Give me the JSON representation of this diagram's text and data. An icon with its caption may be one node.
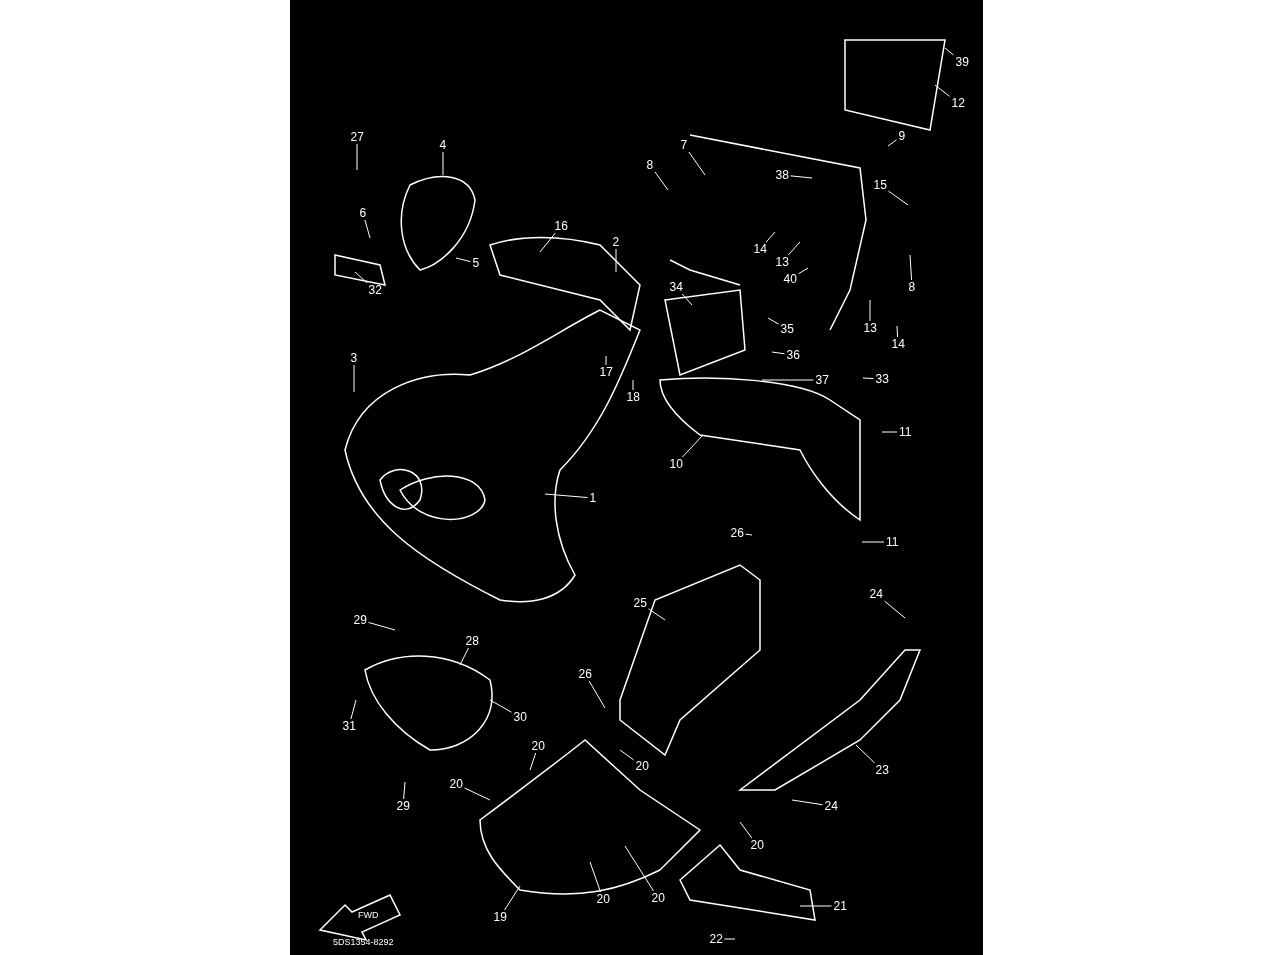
{
  "diagram": {
    "nodes": [
      {
        "text": [
          "39"
        ]
      },
      {
        "text": [
          "12"
        ]
      },
      {
        "text": [
          "27"
        ]
      },
      {
        "text": [
          "4"
        ]
      },
      {
        "text": [
          "9"
        ]
      },
      {
        "text": [
          "7"
        ]
      },
      {
        "text": [
          "8"
        ]
      },
      {
        "text": [
          "38"
        ]
      },
      {
        "text": [
          "15"
        ]
      },
      {
        "text": [
          "6"
        ]
      },
      {
        "text": [
          "16"
        ]
      },
      {
        "text": [
          "2"
        ]
      },
      {
        "text": [
          "14"
        ]
      },
      {
        "text": [
          "13"
        ]
      },
      {
        "text": [
          "5"
        ]
      },
      {
        "text": [
          "40"
        ]
      },
      {
        "text": [
          "8"
        ]
      },
      {
        "text": [
          "34"
        ]
      },
      {
        "text": [
          "32"
        ]
      },
      {
        "text": [
          "13"
        ]
      },
      {
        "text": [
          "35"
        ]
      },
      {
        "text": [
          "14"
        ]
      },
      {
        "text": [
          "36"
        ]
      },
      {
        "text": [
          "3"
        ]
      },
      {
        "text": [
          "17"
        ]
      },
      {
        "text": [
          "37"
        ]
      },
      {
        "text": [
          "33"
        ]
      },
      {
        "text": [
          "18"
        ]
      },
      {
        "text": [
          "11"
        ]
      },
      {
        "text": [
          "10"
        ]
      },
      {
        "text": [
          "1"
        ]
      },
      {
        "text": [
          "26"
        ]
      },
      {
        "text": [
          "11"
        ]
      },
      {
        "text": [
          "24"
        ]
      },
      {
        "text": [
          "25"
        ]
      },
      {
        "text": [
          "29"
        ]
      },
      {
        "text": [
          "28"
        ]
      },
      {
        "text": [
          "26"
        ]
      },
      {
        "text": [
          "30"
        ]
      },
      {
        "text": [
          "31"
        ]
      },
      {
        "text": [
          "20"
        ]
      },
      {
        "text": [
          "20"
        ]
      },
      {
        "text": [
          "23"
        ]
      },
      {
        "text": [
          "20"
        ]
      },
      {
        "text": [
          "29"
        ]
      },
      {
        "text": [
          "24"
        ]
      },
      {
        "text": [
          "20"
        ]
      },
      {
        "text": [
          "20"
        ]
      },
      {
        "text": [
          "20"
        ]
      },
      {
        "text": [
          "21"
        ]
      },
      {
        "text": [
          "19"
        ]
      },
      {
        "text": [
          "22"
        ]
      }
    ],
    "edges": [
      {
        "from": 0,
        "to": null,
        "arrow": "none"
      },
      {
        "from": 1,
        "to": null,
        "arrow": "none"
      },
      {
        "from": 2,
        "to": null,
        "arrow": "none"
      },
      {
        "from": 3,
        "to": null,
        "arrow": "none"
      },
      {
        "from": 4,
        "to": null,
        "arrow": "none"
      },
      {
        "from": 5,
        "to": null,
        "arrow": "none"
      },
      {
        "from": 6,
        "to": null,
        "arrow": "none"
      },
      {
        "from": 7,
        "to": null,
        "arrow": "none"
      },
      {
        "from": 8,
        "to": null,
        "arrow": "none"
      },
      {
        "from": 9,
        "to": null,
        "arrow": "none"
      },
      {
        "from": 10,
        "to": null,
        "arrow": "none"
      },
      {
        "from": 11,
        "to": null,
        "arrow": "none"
      },
      {
        "from": 12,
        "to": null,
        "arrow": "none"
      },
      {
        "from": 13,
        "to": null,
        "arrow": "none"
      },
      {
        "from": 14,
        "to": null,
        "arrow": "none"
      },
      {
        "from": 15,
        "to": null,
        "arrow": "none"
      },
      {
        "from": 16,
        "to": null,
        "arrow": "none"
      },
      {
        "from": 17,
        "to": null,
        "arrow": "none"
      },
      {
        "from": 18,
        "to": null,
        "arrow": "none"
      },
      {
        "from": 19,
        "to": null,
        "arrow": "none"
      },
      {
        "from": 20,
        "to": null,
        "arrow": "none"
      },
      {
        "from": 21,
        "to": null,
        "arrow": "none"
      },
      {
        "from": 22,
        "to": null,
        "arrow": "none"
      },
      {
        "from": 23,
        "to": null,
        "arrow": "none"
      },
      {
        "from": 24,
        "to": null,
        "arrow": "none"
      },
      {
        "from": 25,
        "to": null,
        "arrow": "none"
      },
      {
        "from": 26,
        "to": null,
        "arrow": "none"
      },
      {
        "from": 27,
        "to": null,
        "arrow": "none"
      },
      {
        "from": 28,
        "to": null,
        "arrow": "none"
      },
      {
        "from": 29,
        "to": null,
        "arrow": "none"
      },
      {
        "from": 30,
        "to": null,
        "arrow": "none"
      },
      {
        "from": 31,
        "to": null,
        "arrow": "none"
      },
      {
        "from": 32,
        "to": null,
        "arrow": "none"
      },
      {
        "from": 33,
        "to": null,
        "arrow": "none"
      },
      {
        "from": 34,
        "to": null,
        "arrow": "none"
      },
      {
        "from": 35,
        "to": null,
        "arrow": "none"
      },
      {
        "from": 36,
        "to": null,
        "arrow": "none"
      },
      {
        "from": 37,
        "to": null,
        "arrow": "none"
      },
      {
        "from": 38,
        "to": null,
        "arrow": "none"
      },
      {
        "from": 39,
        "to": null,
        "arrow": "none"
      },
      {
        "from": 40,
        "to": null,
        "arrow": "none"
      },
      {
        "from": 41,
        "to": null,
        "arrow": "none"
      },
      {
        "from": 42,
        "to": null,
        "arrow": "none"
      },
      {
        "from": 43,
        "to": null,
        "arrow": "none"
      },
      {
        "from": 44,
        "to": null,
        "arrow": "none"
      },
      {
        "from": 45,
        "to": null,
        "arrow": "none"
      },
      {
        "from": 46,
        "to": null,
        "arrow": "none"
      },
      {
        "from": 47,
        "to": null,
        "arrow": "none"
      },
      {
        "from": 48,
        "to": null,
        "arrow": "none"
      },
      {
        "from": 49,
        "to": null,
        "arrow": "none"
      },
      {
        "from": 50,
        "to": null,
        "arrow": "none"
      },
      {
        "from": 51,
        "to": null,
        "arrow": "none"
      }
    ],
    "labels": [
      "FWD",
      "5DS1354-8292"
    ]
  }
}
